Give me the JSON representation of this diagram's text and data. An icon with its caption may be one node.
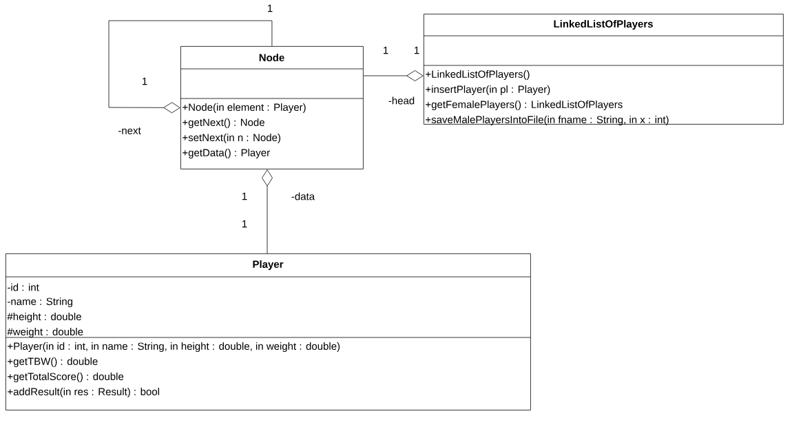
{
  "diagram": {
    "nodes": [
      {
        "text": [
          "Node",
          "+Node(in element : Player)",
          "+getNext() : Node",
          "+setNext(in n : Node)",
          "+getData() : Player"
        ]
      },
      {
        "text": [
          "LinkedListOfPlayers",
          "+LinkedListOfPlayers()",
          "+insertPlayer(in pl : Player)",
          "+getFemalePlayers() : LinkedListOfPlayers",
          "+saveMalePlayersIntoFile(in fname : String, in x : int)"
        ]
      },
      {
        "text": [
          "Player",
          "-id : int",
          "-name : String",
          "#height : double",
          "#weight : double",
          "+Player(in id : int, in name : String, in height : double, in weight : double)",
          "+getTBW() : double",
          "+getTotalScore() : double",
          "+addResult(in res : Result) : bool"
        ]
      }
    ],
    "edges": [
      {
        "from": 0,
        "to": 0,
        "arrow": "other",
        "label": "-next"
      },
      {
        "from": 0,
        "to": 1,
        "arrow": "other",
        "label": "-head"
      },
      {
        "from": 2,
        "to": 0,
        "arrow": "other",
        "label": "-data"
      }
    ],
    "labels": [
      "1",
      "1",
      "1",
      "1",
      "1",
      "1"
    ]
  }
}
